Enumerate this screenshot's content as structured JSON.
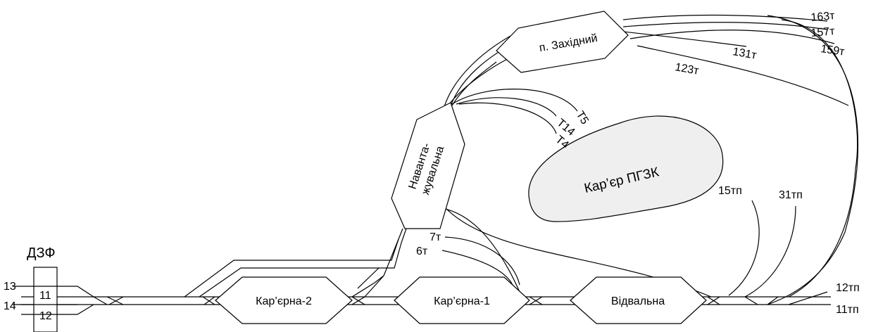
{
  "diagram": {
    "depot": {
      "name": "ДЗФ",
      "tracks": [
        "11",
        "12"
      ],
      "inputs": [
        "13",
        "14"
      ]
    },
    "stations": {
      "karerna2": "Кар’єрна-2",
      "karerna1": "Кар’єрна-1",
      "vidvalna": "Відвальна",
      "zakhidnyi": "п. Західний",
      "navantazhuvalna_line1": "Наванта-",
      "navantazhuvalna_line2": "жувальна"
    },
    "pit": "Кар’єр ПГЗК",
    "track_labels": {
      "t163": "163т",
      "t157": "157т",
      "t159": "159т",
      "t131": "131т",
      "t123": "123т",
      "t5": "Т5",
      "t14": "Т14",
      "t4": "Т4",
      "t7": "7т",
      "t6": "6т",
      "tp15": "15тп",
      "tp31": "31тп",
      "tp12": "12тп",
      "tp11": "11тп"
    },
    "colors": {
      "line": "#000000",
      "pit_fill": "#efefef",
      "station_fill": "#ffffff"
    }
  }
}
